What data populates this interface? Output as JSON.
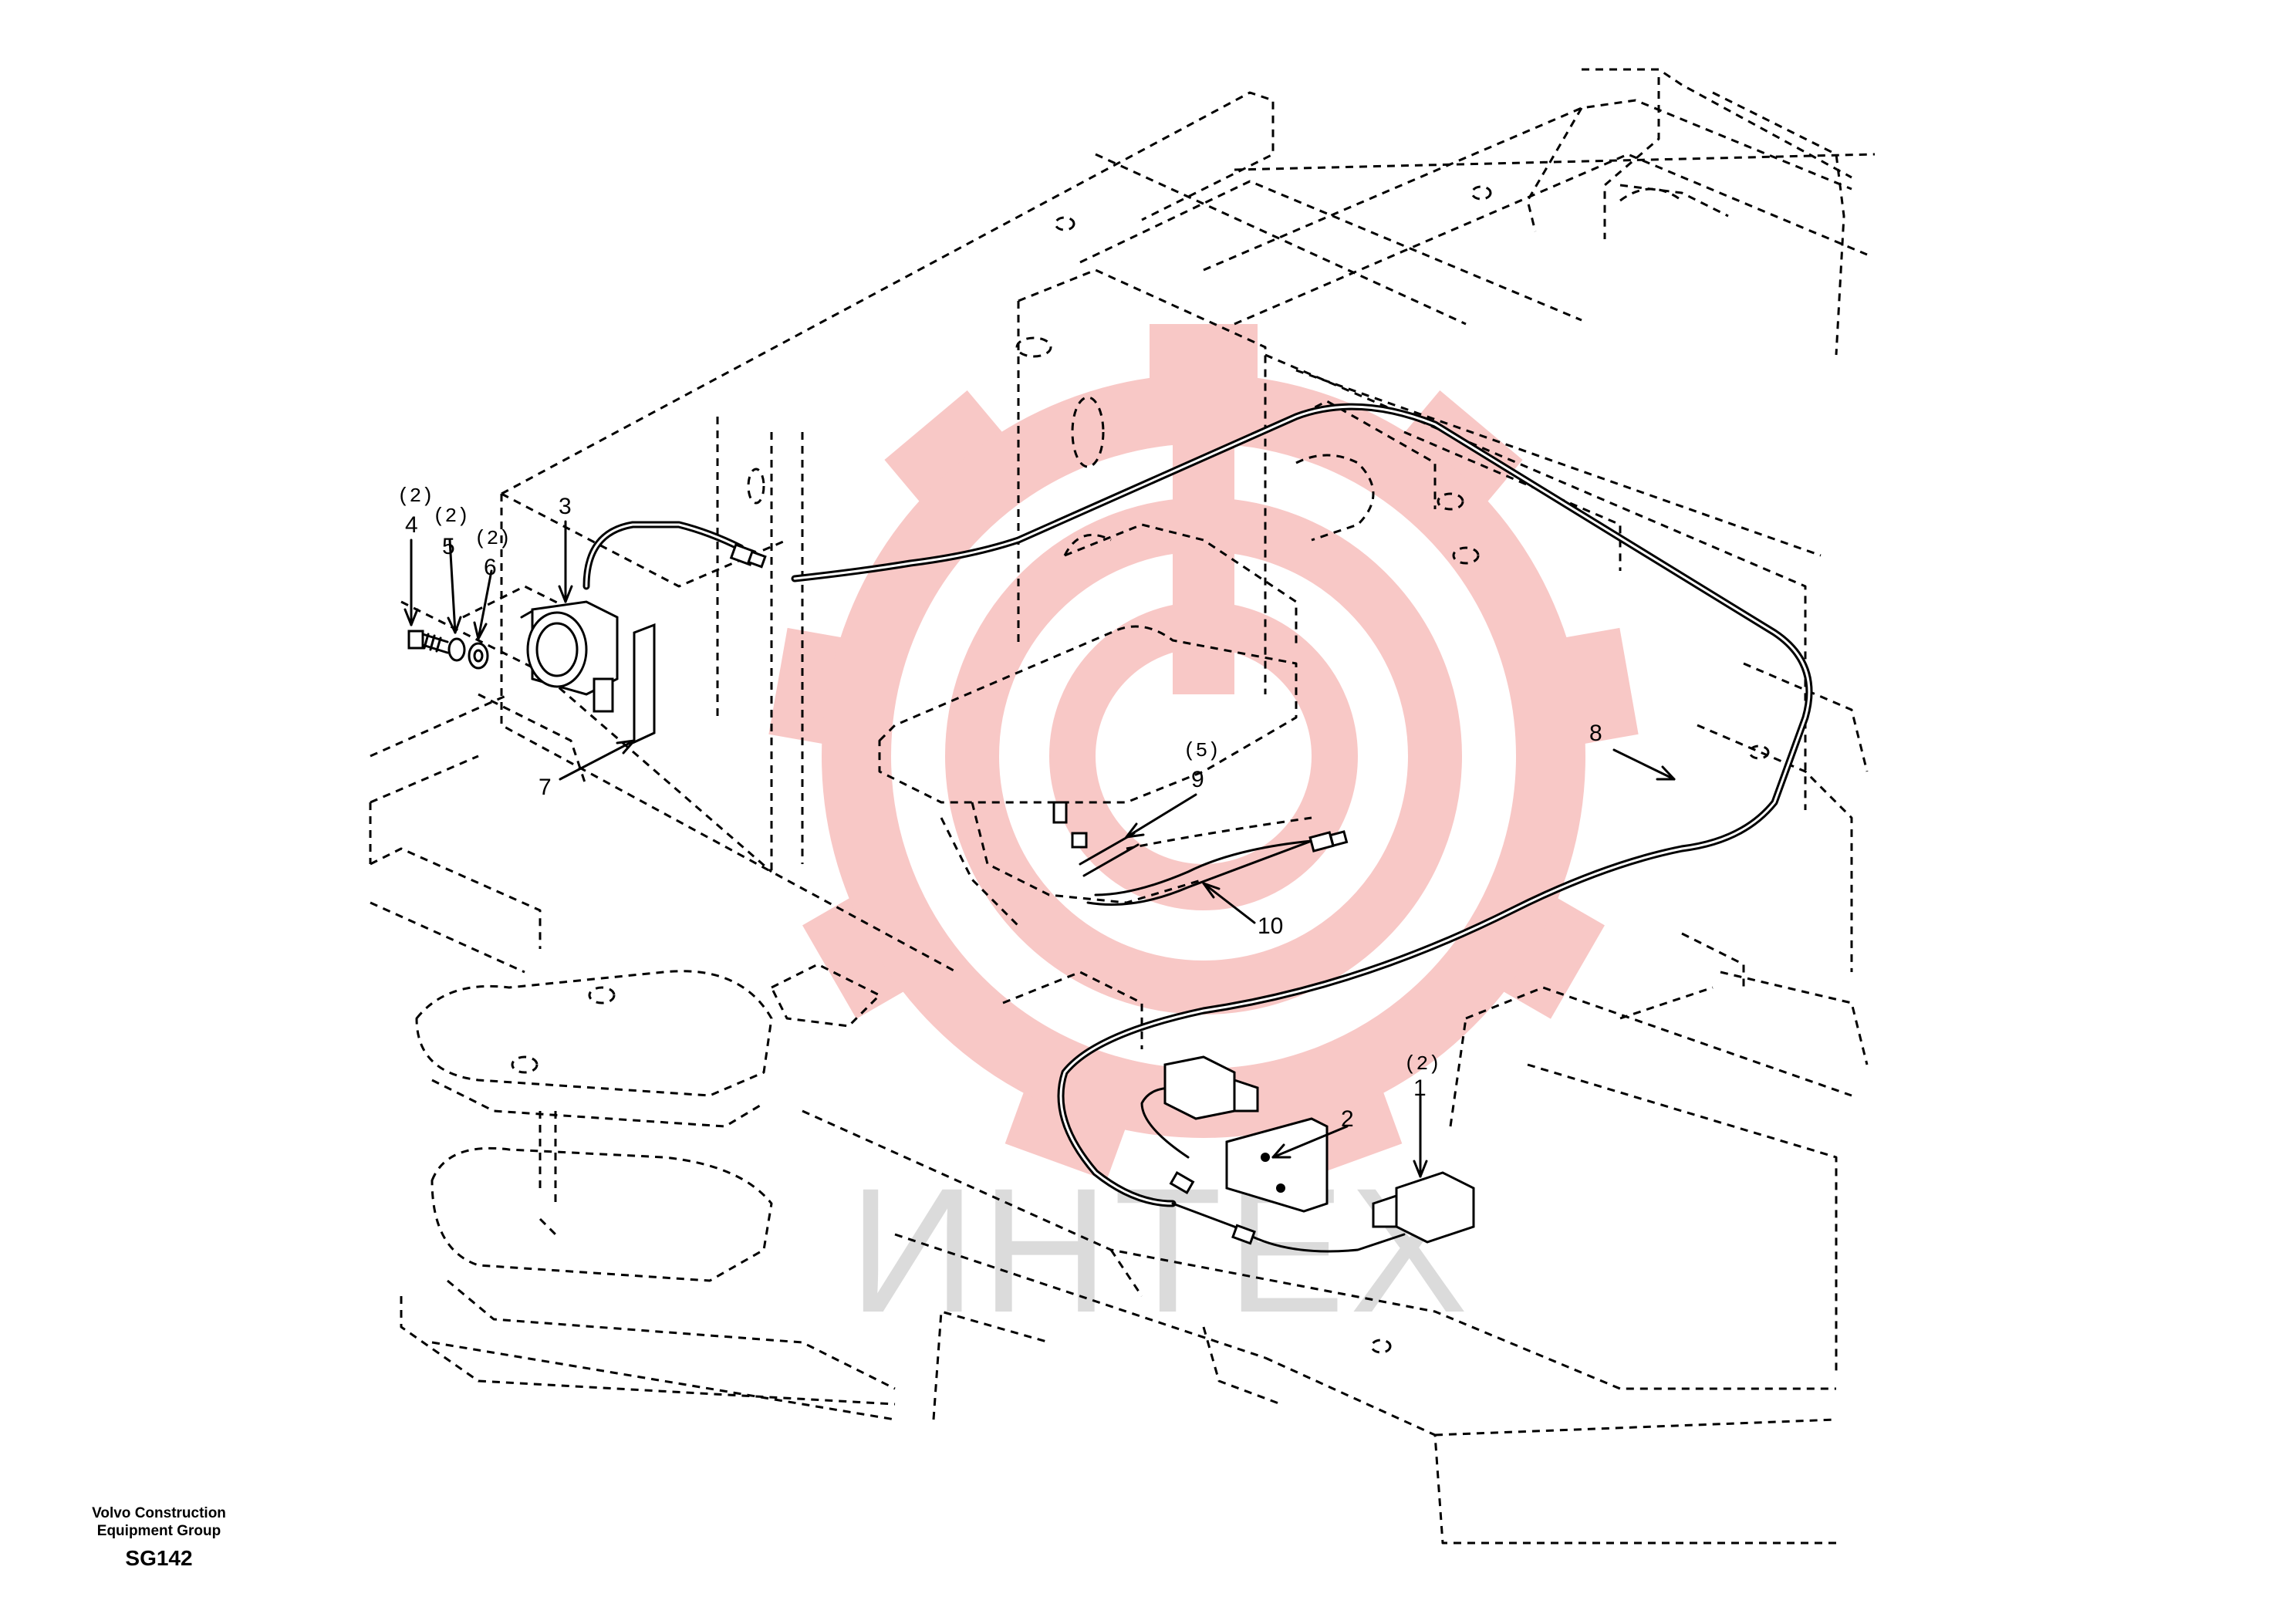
{
  "footer": {
    "company_line1": "Volvo Construction",
    "company_line2": "Equipment Group",
    "drawing_code": "SG142"
  },
  "watermark": {
    "text": "ИНТЕХ",
    "logo_color": "#e53935",
    "text_color": "#cfcfcf"
  },
  "callouts": {
    "c1": {
      "number": "1",
      "qty": "(2)"
    },
    "c2": {
      "number": "2"
    },
    "c3": {
      "number": "3"
    },
    "c4": {
      "number": "4",
      "qty": "(2)"
    },
    "c5": {
      "number": "5",
      "qty": "(2)"
    },
    "c6": {
      "number": "6",
      "qty": "(2)"
    },
    "c7": {
      "number": "7"
    },
    "c8": {
      "number": "8"
    },
    "c9": {
      "number": "9",
      "qty": "(5)"
    },
    "c10": {
      "number": "10"
    }
  }
}
